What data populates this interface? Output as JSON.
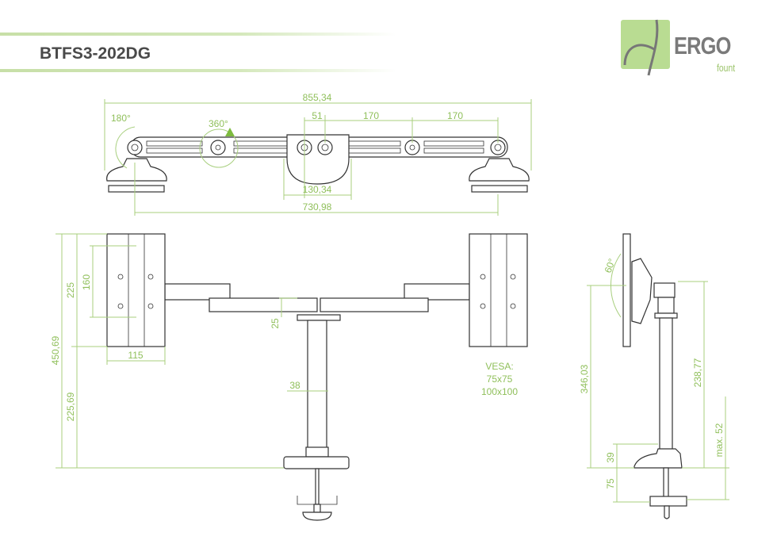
{
  "header": {
    "title": "BTFS3-202DG"
  },
  "logo": {
    "brand": "ERGO",
    "sub": "fount",
    "accent": "#b9dc92"
  },
  "top_view": {
    "overall_width": "855,34",
    "joint_gap": "51",
    "arm_segment_1": "170",
    "arm_segment_2": "170",
    "tilt_angle": "180°",
    "rotation_angle": "360°",
    "center_width": "130,34",
    "mount_span": "730,98"
  },
  "front_view": {
    "total_height": "450,69",
    "plate_height": "225",
    "vesa_height": "160",
    "lower_height": "225,69",
    "plate_width": "115",
    "arm_thickness": "25",
    "pole_diameter": "38",
    "vesa_label": "VESA:",
    "vesa_1": "75x75",
    "vesa_2": "100x100"
  },
  "side_view": {
    "tilt": "60°",
    "height_total": "346,03",
    "height_pole": "238,77",
    "desk_max": "max. 52",
    "base_height": "39",
    "clamp_depth": "75"
  }
}
